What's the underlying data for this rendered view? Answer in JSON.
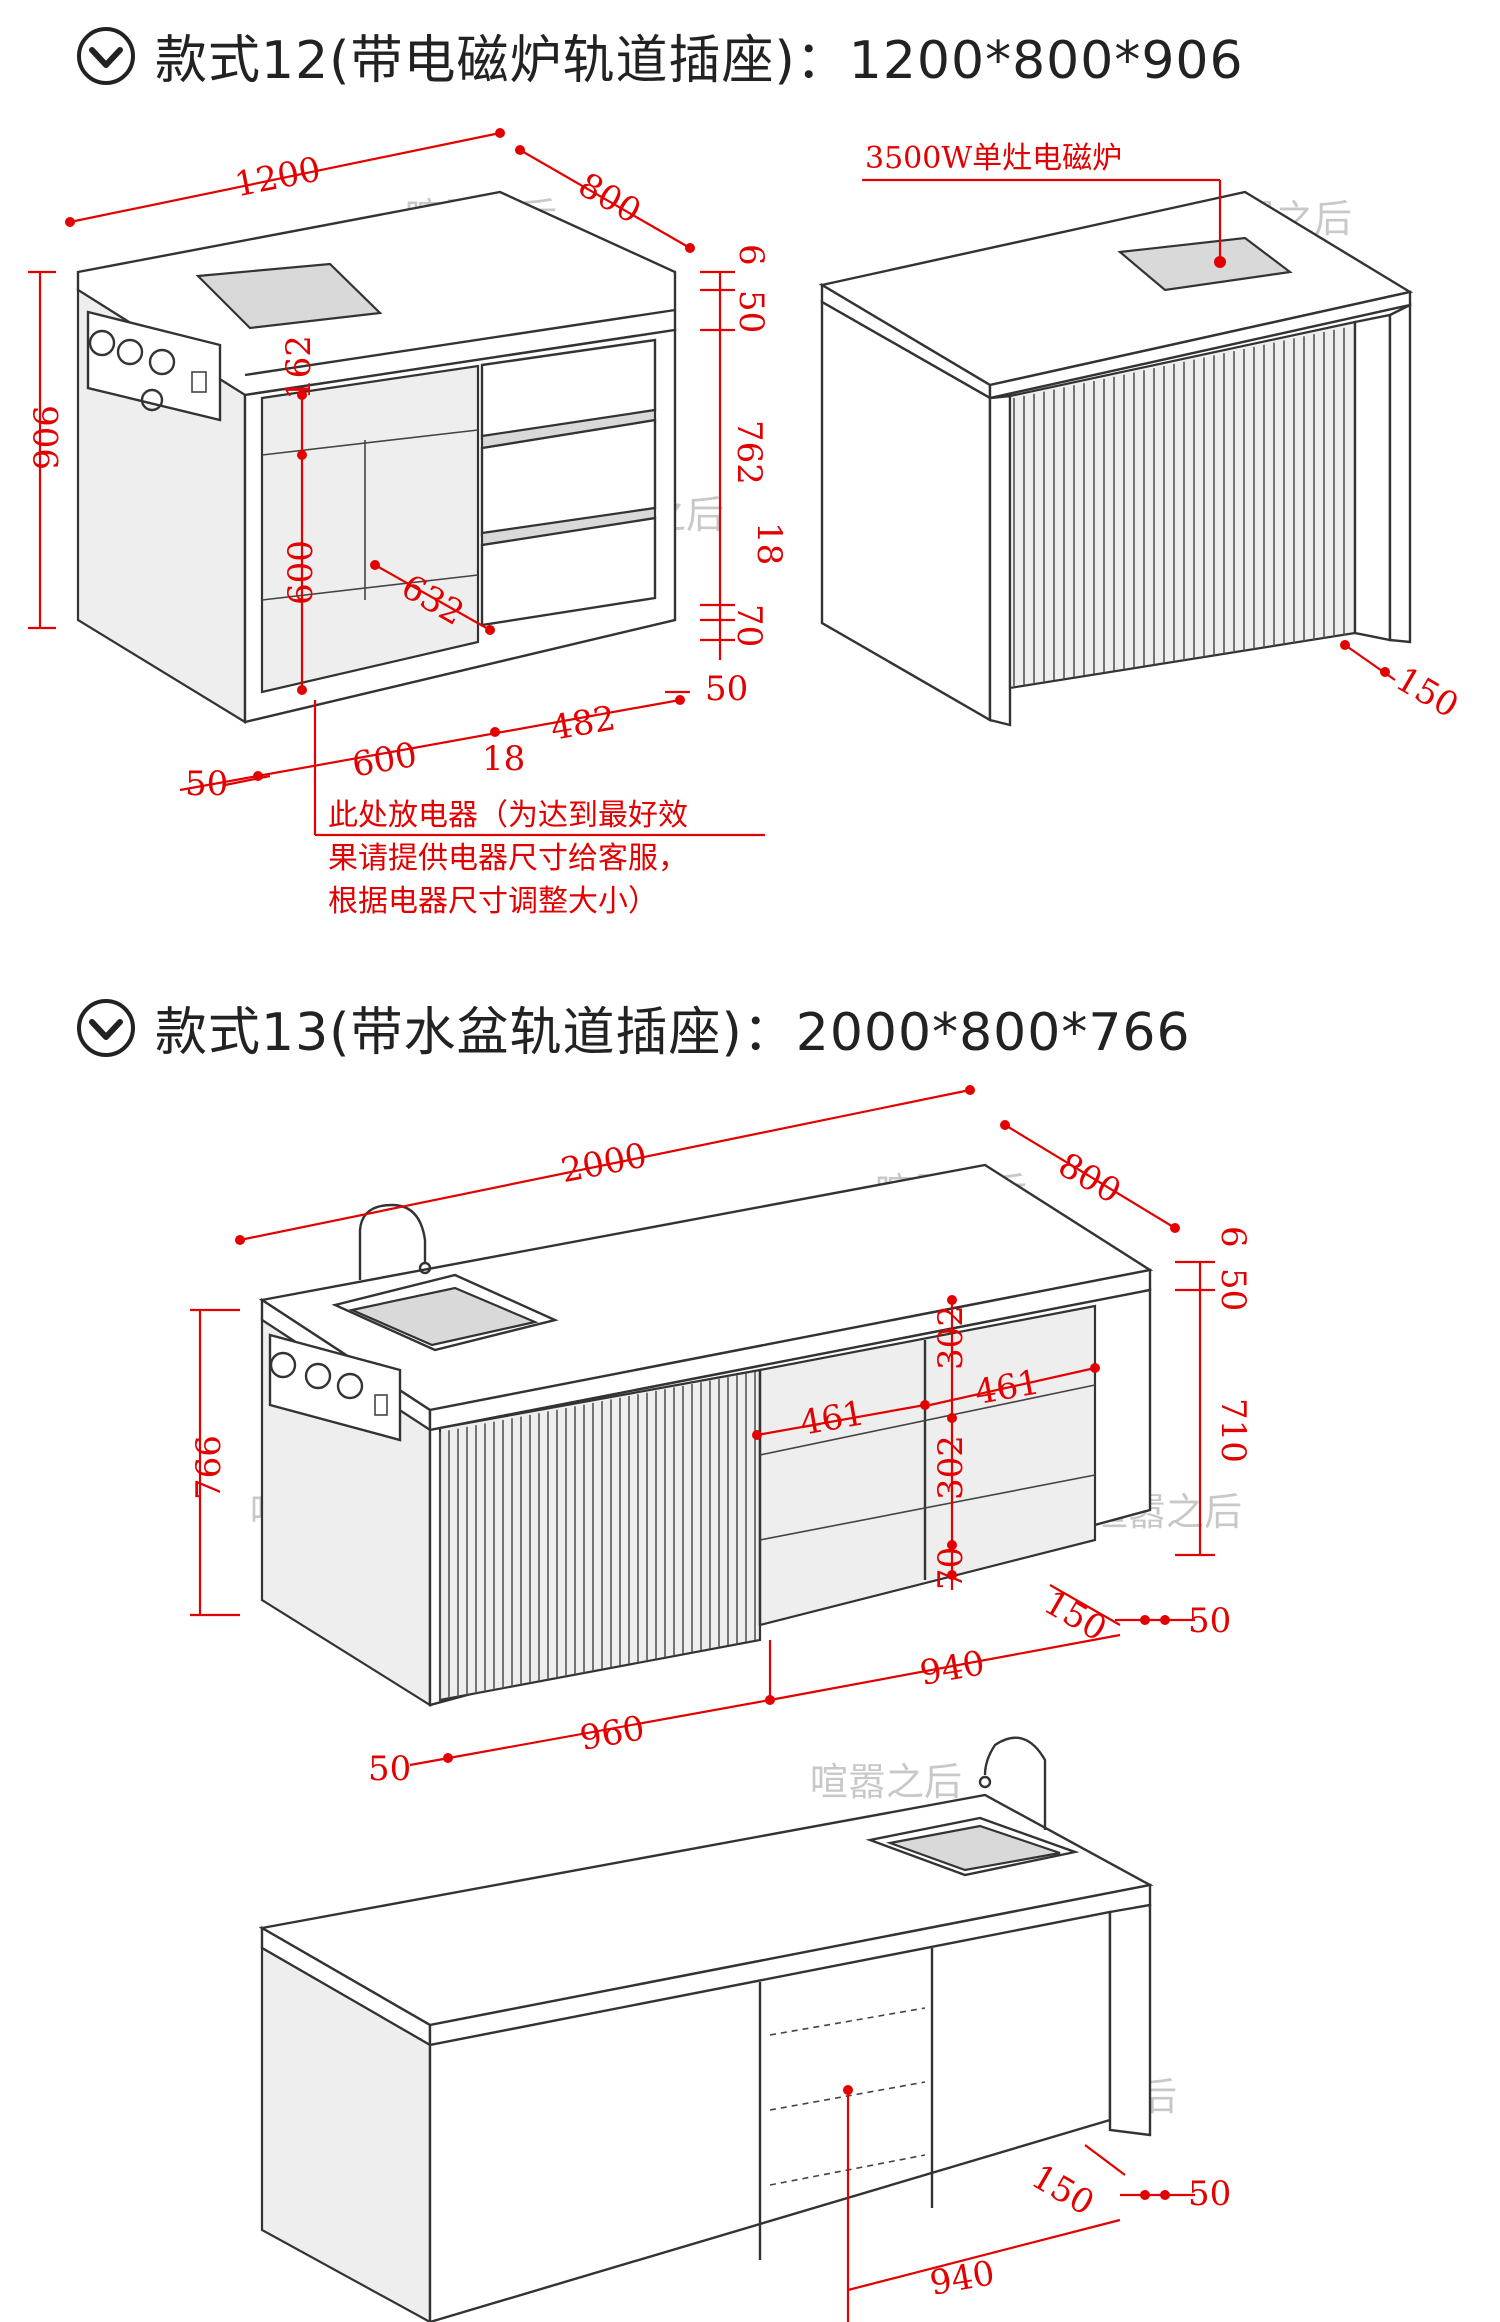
{
  "section1": {
    "title": "款式12(带电磁炉轨道插座)：1200*800*906",
    "induction_label": "3500W单灶电磁炉",
    "dims": {
      "width": "1200",
      "depth": "800",
      "top_thk": "6",
      "apron": "50",
      "height": "906",
      "drawer_h": "762",
      "gap": "18",
      "base_70": "70",
      "foot_50": "50",
      "h162": "162",
      "h600": "600",
      "d632": "632",
      "w600": "600",
      "mid18": "18",
      "w482": "482",
      "left50": "50",
      "side150": "150"
    },
    "note_lines": [
      "此处放电器（为达到最好效",
      "果请提供电器尺寸给客服，",
      "根据电器尺寸调整大小）"
    ]
  },
  "section2": {
    "title": "款式13(带水盆轨道插座)：2000*800*766",
    "dims": {
      "width": "2000",
      "depth": "800",
      "top_thk": "6",
      "apron": "50",
      "height": "766",
      "shelf_h": "710",
      "shelf_w1": "461",
      "shelf_w2": "461",
      "h302a": "302",
      "h302b": "302",
      "base70": "70",
      "side150": "150",
      "right50": "50",
      "w940": "940",
      "w960": "960",
      "left50": "50",
      "back150": "150",
      "back50": "50",
      "back940": "940"
    }
  },
  "watermark": "喧嚣之后",
  "colors": {
    "dimension": "#e30000",
    "line": "#333333",
    "watermark": "#c8c8c8"
  }
}
